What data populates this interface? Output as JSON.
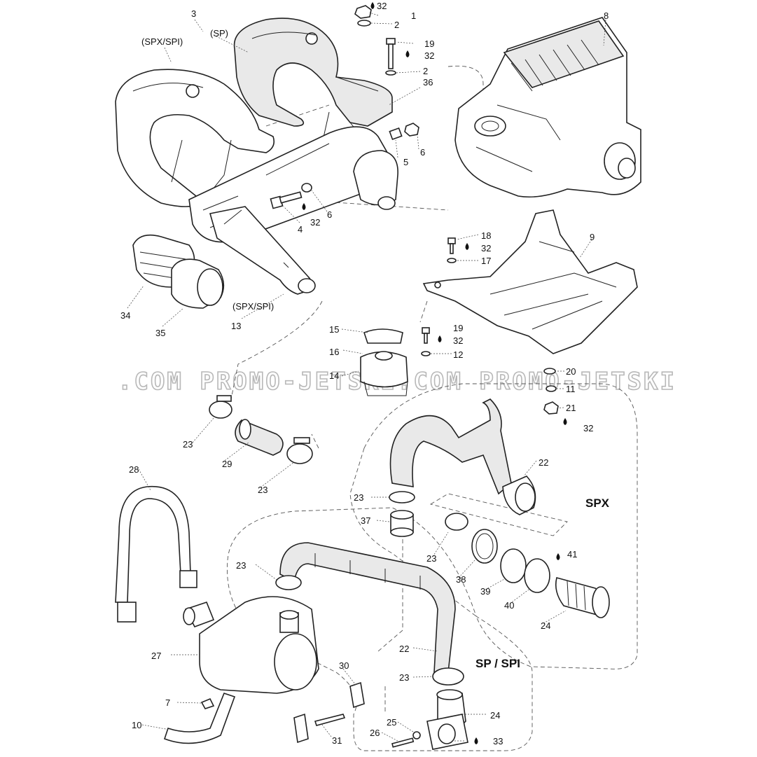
{
  "watermark": ".COM   PROMO-JETSKI.COM   PROMO-JETSKI",
  "variant_labels": {
    "spx": "SPX",
    "sp_spi": "SP / SPI"
  },
  "muffler_labels": {
    "spx_spi_top": "(SPX/SPI)",
    "sp_top": "(SP)",
    "spx_spi_cone": "(SPX/SPI)"
  },
  "callouts": [
    "3",
    "32",
    "1",
    "2",
    "19",
    "32",
    "2",
    "36",
    "8",
    "6",
    "5",
    "6",
    "32",
    "4",
    "18",
    "32",
    "17",
    "9",
    "34",
    "35",
    "13",
    "15",
    "19",
    "32",
    "16",
    "12",
    "14",
    "20",
    "11",
    "21",
    "32",
    "23",
    "29",
    "23",
    "28",
    "22",
    "23",
    "37",
    "23",
    "41",
    "23",
    "38",
    "39",
    "40",
    "24",
    "22",
    "27",
    "30",
    "23",
    "24",
    "7",
    "10",
    "25",
    "26",
    "31",
    "33"
  ],
  "icons": {
    "sealant": "sealant-drop-icon"
  }
}
